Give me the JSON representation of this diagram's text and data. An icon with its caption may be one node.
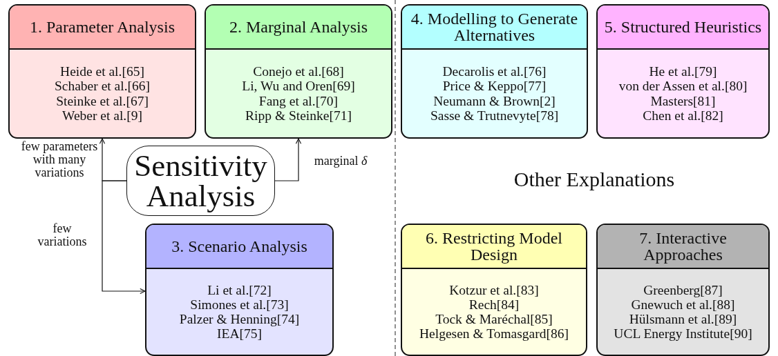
{
  "diagram": {
    "nodes": [
      {
        "text": [
          "1. Parameter Analysis",
          "Heide et al.[65]",
          "Schaber et al.[66]",
          "Steinke et al.[67]",
          "Weber et al.[9]"
        ]
      },
      {
        "text": [
          "2. Marginal Analysis",
          "Conejo et al.[68]",
          "Li, Wu and Oren[69]",
          "Fang et al.[70]",
          "Ripp & Steinke[71]"
        ]
      },
      {
        "text": [
          "Sensitivity Analysis"
        ]
      },
      {
        "text": [
          "3. Scenario Analysis",
          "Li et al.[72]",
          "Simones et al.[73]",
          "Palzer & Henning[74]",
          "IEA[75]"
        ]
      },
      {
        "text": [
          "4. Modelling to Generate Alternatives",
          "Decarolis et al.[76]",
          "Price & Keppo[77]",
          "Neumann & Brown[2]",
          "Sasse & Trutnevyte[78]"
        ]
      },
      {
        "text": [
          "5. Structured Heuristics",
          "He et al.[79]",
          "von der Assen et al.[80]",
          "Masters[81]",
          "Chen et al.[82]"
        ]
      },
      {
        "text": [
          "6. Restricting Model Design",
          "Kotzur et al.[83]",
          "Rech[84]",
          "Tock & Maréchal[85]",
          "Helgesen & Tomasgard[86]"
        ]
      },
      {
        "text": [
          "7. Interactive Approaches",
          "Greenberg[87]",
          "Gnewuch et al.[88]",
          "Hülsmann et al.[89]",
          "UCL Energy Institute[90]"
        ]
      }
    ],
    "edges": [
      {
        "from": 2,
        "to": 0,
        "arrow": "to",
        "label": "few parameters with many variations"
      },
      {
        "from": 2,
        "to": 1,
        "arrow": "to",
        "label": "marginal *δ*"
      },
      {
        "from": 2,
        "to": 3,
        "arrow": "to",
        "label": "few variations"
      }
    ],
    "labels": [
      "Other Explanations"
    ]
  }
}
